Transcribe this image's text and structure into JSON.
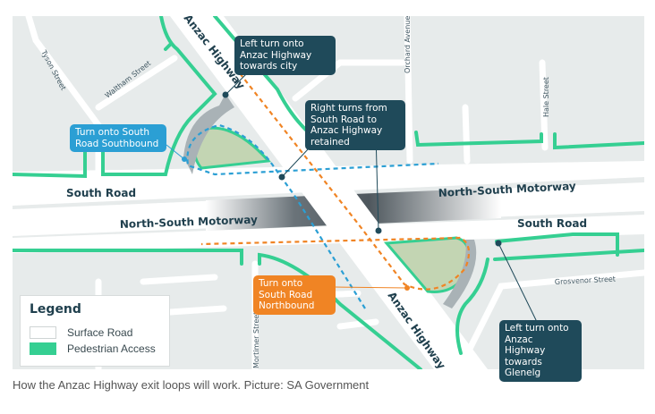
{
  "map": {
    "streets": {
      "anzac_top": "Anzac Highway",
      "anzac_bottom": "Anzac Highway",
      "tyson": "Tyson Street",
      "waltham": "Waltham Street",
      "orchard": "Orchard Avenue",
      "hale": "Hale Street",
      "south_road_left": "South Road",
      "south_road_right": "South Road",
      "motorway_left": "North-South Motorway",
      "motorway_right": "North-South Motorway",
      "grosvenor": "Grosvenor Street",
      "mortimer": "Mortimer Street"
    },
    "callouts": {
      "left_turn_city": "Left turn onto Anzac Highway towards city",
      "right_turns": "Right turns from South Road to Anzac Highway retained",
      "southbound": "Turn onto South Road Southbound",
      "northbound": "Turn onto South Road Northbound",
      "left_turn_glenelg": "Left turn onto Anzac Highway towards Glenelg"
    },
    "legend": {
      "title": "Legend",
      "items": [
        {
          "label": "Surface Road",
          "color": "#ffffff"
        },
        {
          "label": "Pedestrian Access",
          "color": "#35cf92"
        }
      ]
    },
    "colors": {
      "background": "#e7ebeb",
      "pedestrian": "#35cf92",
      "island": "#c3d5b3",
      "southbound_route": "#2b9fd4",
      "northbound_route": "#f08424",
      "callout_dark": "#1f4a5a"
    }
  },
  "caption": "How the Anzac Highway exit loops will work. Picture: SA Government"
}
